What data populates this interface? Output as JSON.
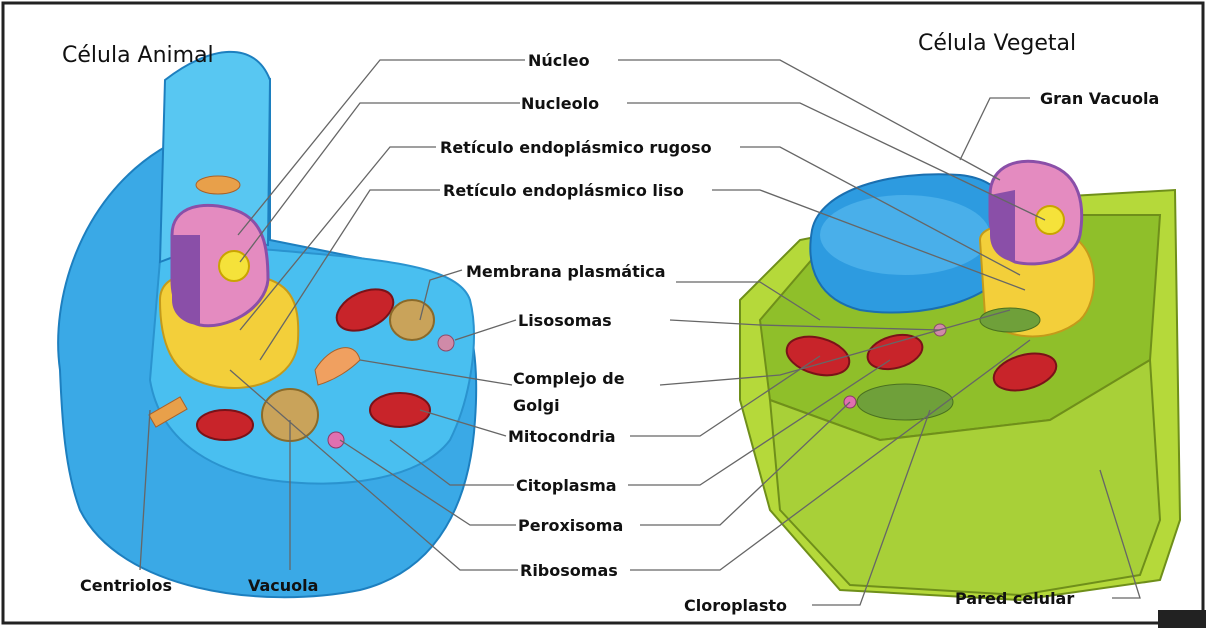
{
  "titles": {
    "animal": "Célula Animal",
    "vegetal": "Célula Vegetal"
  },
  "labels": {
    "nucleo": "Núcleo",
    "nucleolo": "Nucleolo",
    "rer": "Retículo endoplásmico rugoso",
    "rel": "Retículo endoplásmico liso",
    "membrana": "Membrana plasmática",
    "lisosomas": "Lisosomas",
    "golgi_1": "Complejo de",
    "golgi_2": "Golgi",
    "mitocondria": "Mitocondria",
    "citoplasma": "Citoplasma",
    "peroxisoma": "Peroxisoma",
    "ribosomas": "Ribosomas",
    "centriolos": "Centriolos",
    "vacuola": "Vacuola",
    "gran_vacuola": "Gran Vacuola",
    "cloroplasto": "Cloroplasto",
    "pared": "Pared celular"
  },
  "colors": {
    "animal_membrane": "#3aa9e6",
    "animal_cytoplasm": "#49bff0",
    "plant_wall": "#b5d93a",
    "plant_cytoplasm": "#8fbf2a",
    "nucleus_pink": "#e48bc0",
    "nucleus_purple": "#8a4fa8",
    "nucleolus": "#f5e23a",
    "er_yellow": "#f3cf3a",
    "mitochondria": "#c8242a",
    "vacuole_blue": "#2d9be0",
    "chloroplast": "#6fa03a"
  }
}
